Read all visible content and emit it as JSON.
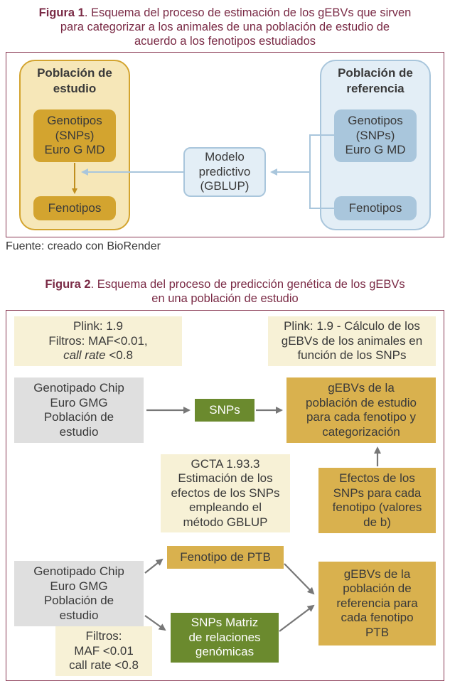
{
  "figure1": {
    "caption_label": "Figura 1",
    "caption_text_line1": ". Esquema del proceso de estimación de los gEBVs que sirven",
    "caption_text_line2": "para categorizar a los animales de una población de estudio de",
    "caption_text_line3": "acuerdo a los fenotipos estudiados",
    "study_pop": {
      "title_line1": "Población de",
      "title_line2": "estudio",
      "genotypes": [
        "Genotipos",
        "(SNPs)",
        "Euro G MD"
      ],
      "phenotypes": "Fenotipos"
    },
    "ref_pop": {
      "title_line1": "Población de",
      "title_line2": "referencia",
      "genotypes": [
        "Genotipos",
        "(SNPs)",
        "Euro G MD"
      ],
      "phenotypes": "Fenotipos"
    },
    "model": [
      "Modelo",
      "predictivo",
      "(GBLUP)"
    ],
    "source": "Fuente: creado con BioRender"
  },
  "figure2": {
    "caption_label": "Figura 2",
    "caption_text_line1": ". Esquema del proceso de predicción genética de los gEBVs",
    "caption_text_line2": "en una población de estudio",
    "plink1": {
      "line1": "Plink: 1.9",
      "line2": "Filtros: MAF<0.01,",
      "line3_ital": "call rate",
      "line3_rest": " <0.8"
    },
    "plink2": [
      "Plink: 1.9 - Cálculo de los",
      "gEBVs de los animales en",
      "función de los SNPs"
    ],
    "genotyping_top": [
      "Genotipado Chip",
      "Euro GMG",
      "Población de",
      "estudio"
    ],
    "snps": "SNPs",
    "gebv_study": [
      "gEBVs de la",
      "población de estudio",
      "para cada fenotipo y",
      "categorización"
    ],
    "gcta": [
      "GCTA 1.93.3",
      "Estimación de los",
      "efectos de los SNPs",
      "empleando el",
      "método GBLUP"
    ],
    "effects": [
      "Efectos de los",
      "SNPs para cada",
      "fenotipo (valores",
      "de b)"
    ],
    "phenotype_ptb": "Fenotipo de PTB",
    "genotyping_bottom": [
      "Genotipado Chip",
      "Euro GMG",
      "Población de",
      "estudio"
    ],
    "filters": [
      "Filtros:",
      "MAF <0.01",
      "call rate <0.8"
    ],
    "snps_matrix": [
      "SNPs Matriz",
      "de relaciones",
      "genómicas"
    ],
    "gebv_ref": [
      "gEBVs de la",
      "población de",
      "referencia para",
      "cada fenotipo",
      "PTB"
    ]
  },
  "colors": {
    "caption": "#7a2a45",
    "frame": "#8a3a55",
    "gold": "#d3a42f",
    "blue": "#a9c6dc",
    "green": "#6b8a2e",
    "ochre": "#d9b14e",
    "beige": "#f7f1d6",
    "grey": "#dfdfdf"
  }
}
